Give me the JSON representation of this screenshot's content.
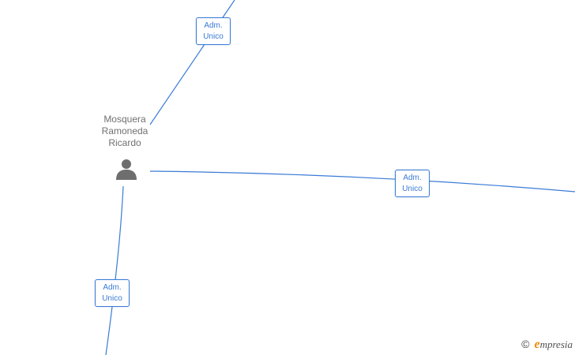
{
  "person": {
    "name_lines": [
      "Mosquera",
      "Ramoneda",
      "Ricardo"
    ],
    "icon": "person-icon"
  },
  "relations": [
    {
      "label_line1": "Adm.",
      "label_line2": "Unico"
    },
    {
      "label_line1": "Adm.",
      "label_line2": "Unico"
    },
    {
      "label_line1": "Adm.",
      "label_line2": "Unico"
    }
  ],
  "watermark": {
    "copyright_symbol": "©",
    "brand_initial": "e",
    "brand_rest": "mpresia"
  },
  "colors": {
    "edge": "#3a7bd5",
    "node_text": "#707070",
    "icon": "#6e6e6e",
    "brand_accent": "#f08c00"
  }
}
